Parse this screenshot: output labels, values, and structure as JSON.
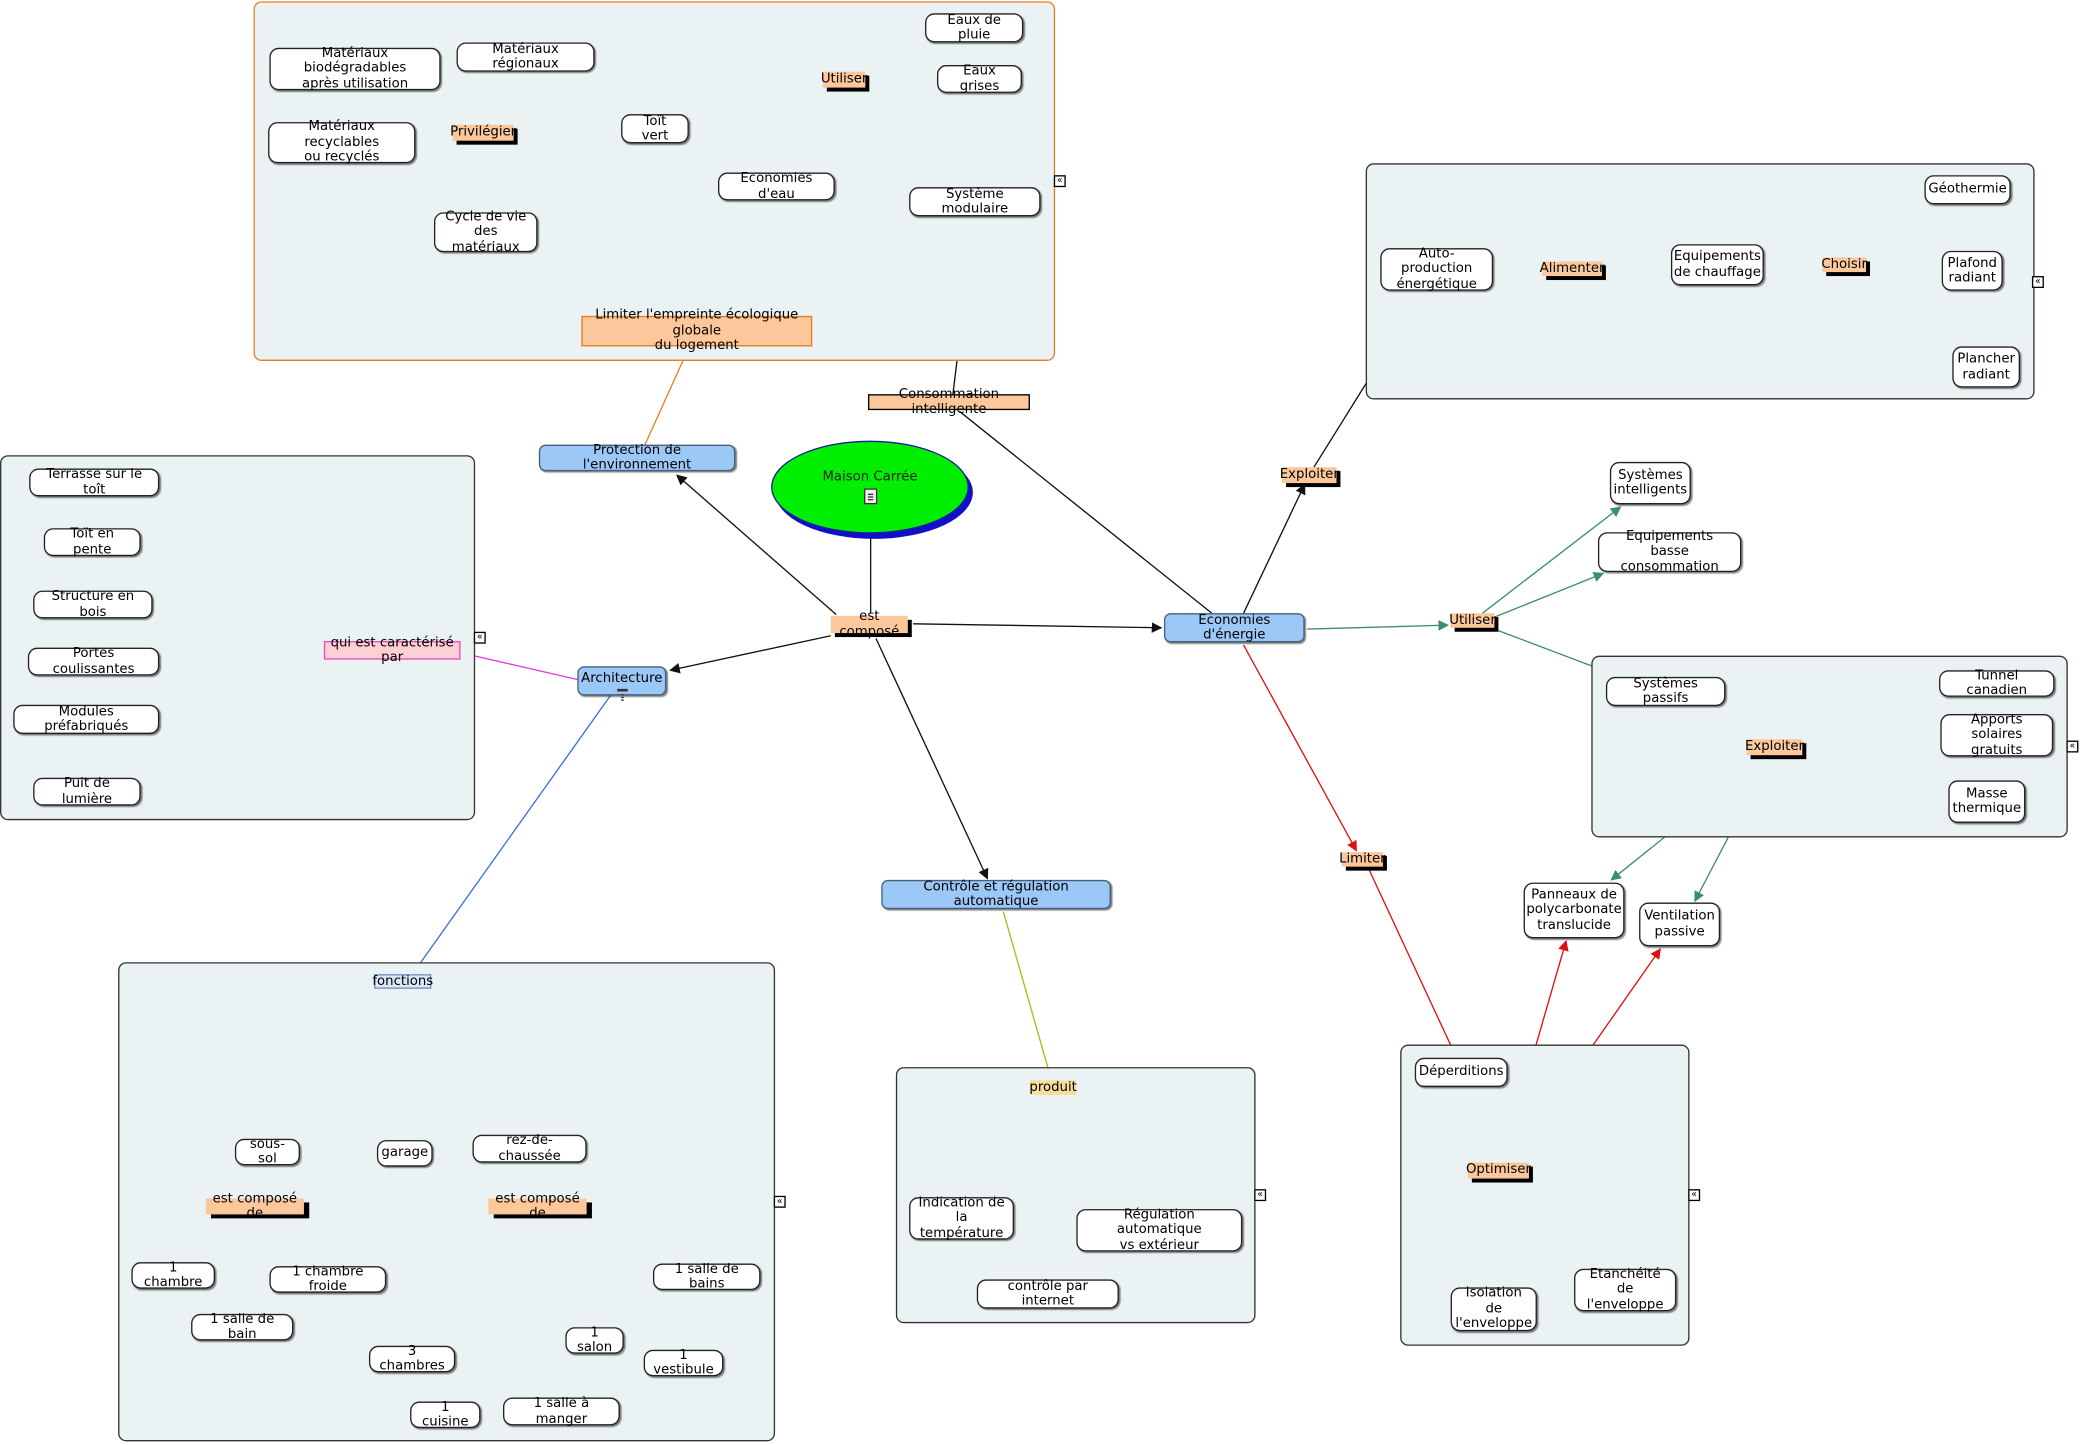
{
  "root": {
    "label": "Maison Carrée"
  },
  "main_nodes": {
    "protection": "Protection de l'environnement",
    "architecture": "Architecture",
    "economies": "Economies d'énergie",
    "controle": "Contrôle et régulation automatique"
  },
  "links": {
    "est_compose": "est composé",
    "limiter_empreinte": "Limiter l'empreinte écologique globale\ndu logement",
    "privilegier": "Privilégier",
    "utiliser_eau": "Utiliser",
    "consommation": "Consommation intelligente",
    "exploiter_top": "Exploiter",
    "alimenter": "Alimenter",
    "choisir": "Choisir",
    "utiliser_energie": "Utiliser",
    "exploiter_passifs": "Exploiter",
    "limiter": "Limiter",
    "optimiser": "Optimiser",
    "qui_est": "qui est caractérisé par",
    "fonctions": "fonctions",
    "est_compose_de_1": "est composé de",
    "est_compose_de_2": "est composé de",
    "produit": "produit"
  },
  "concepts": {
    "eaux_pluie": "Eaux de pluie",
    "eaux_grises": "Eaux grises",
    "mat_bio": "Matériaux biodégradables\naprès utilisation",
    "mat_reg": "Matériaux régionaux",
    "mat_rec": "Matériaux recyclables\nou recyclés",
    "toit_vert": "Toït vert",
    "eco_eau": "Economies d'eau",
    "systeme_mod": "Système modulaire",
    "cycle_vie": "Cycle de vie\ndes matériaux",
    "autoprod": "Auto-production\nénergétique",
    "equip_chauff": "Equipements\nde chauffage",
    "geothermie": "Géothermie",
    "plafond": "Plafond\nradiant",
    "plancher": "Plancher\nradiant",
    "sys_intel": "Systèmes\nintelligents",
    "equip_basse": "Equipements\nbasse consommation",
    "sys_passifs": "Systèmes passifs",
    "tunnel": "Tunnel canadien",
    "apports": "Apports solaires\ngratuits",
    "masse": "Masse\nthermique",
    "panneaux": "Panneaux de\npolycarbonate\ntranslucide",
    "ventilation": "Ventilation\npassive",
    "deperditions": "Déperditions",
    "isolation": "Isolation de\nl'enveloppe",
    "etancheite": "Etanchéité\nde l'enveloppe",
    "terrasse": "Terrasse sur le toît",
    "toit_pente": "Toït en pente",
    "structure": "Structure en bois",
    "portes": "Portes coulissantes",
    "modules": "Modules préfabriqués",
    "puit": "Puit de lumière",
    "sous_sol": "sous-sol",
    "garage": "garage",
    "rdc": "rez-de-chaussée",
    "chambre": "1 chambre",
    "chambre_froide": "1 chambre froide",
    "salle_bain": "1 salle de bain",
    "salle_bains": "1 salle de bains",
    "trois_chambres": "3 chambres",
    "salon": "1 salon",
    "vestibule": "1 vestibule",
    "cuisine": "1 cuisine",
    "salle_manger": "1 salle à manger",
    "indication": "Indication de\nla température",
    "regulation": "Régulation automatique\nvs extérieur",
    "controle_internet": "contrôle par internet"
  },
  "toggle_glyph": "«",
  "colors": {
    "main_node": "#9cc8f7",
    "root": "#00ee00",
    "link_label": "#fcc89b",
    "group_bg": "#ebf2f3",
    "orange": "#e67e22",
    "green": "#3b8f6b",
    "red": "#e01010",
    "magenta": "#e63ad8",
    "blue": "#3a6fd8",
    "lime": "#99c21c"
  }
}
